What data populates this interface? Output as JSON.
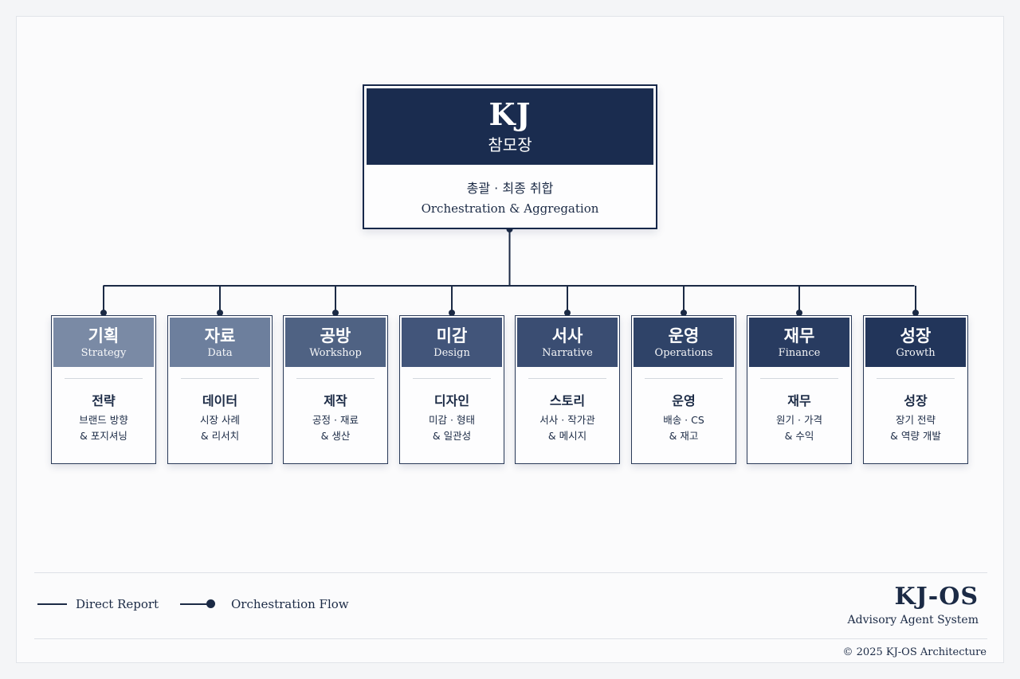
{
  "root": {
    "title": "KJ",
    "subtitle": "참모장",
    "desc_ko": "총괄 · 최종 취합",
    "desc_en": "Orchestration & Aggregation"
  },
  "departments": [
    {
      "title": "기획",
      "en": "Strategy",
      "heading": "전략",
      "line1": "브랜드 방향",
      "line2": "& 포지셔닝",
      "color": "#7a8aa5"
    },
    {
      "title": "자료",
      "en": "Data",
      "heading": "데이터",
      "line1": "시장 사례",
      "line2": "& 리서치",
      "color": "#6d7f9d"
    },
    {
      "title": "공방",
      "en": "Workshop",
      "heading": "제작",
      "line1": "공정 · 재료",
      "line2": "& 생산",
      "color": "#4f6283"
    },
    {
      "title": "미감",
      "en": "Design",
      "heading": "디자인",
      "line1": "미감 · 형태",
      "line2": "& 일관성",
      "color": "#42557a"
    },
    {
      "title": "서사",
      "en": "Narrative",
      "heading": "스토리",
      "line1": "서사 · 작가관",
      "line2": "& 메시지",
      "color": "#3a4d72"
    },
    {
      "title": "운영",
      "en": "Operations",
      "heading": "운영",
      "line1": "배송 · CS",
      "line2": "& 재고",
      "color": "#2f4368"
    },
    {
      "title": "재무",
      "en": "Finance",
      "heading": "재무",
      "line1": "원기 · 가격",
      "line2": "& 수익",
      "color": "#283b60"
    },
    {
      "title": "성장",
      "en": "Growth",
      "heading": "성장",
      "line1": "장기 전략",
      "line2": "& 역량 개발",
      "color": "#22355a"
    }
  ],
  "legend": {
    "direct_report": "Direct Report",
    "orchestration_flow": "Orchestration Flow"
  },
  "brand": {
    "name": "KJ-OS",
    "subtitle": "Advisory Agent System",
    "copyright": "© 2025 KJ-OS Architecture"
  },
  "colors": {
    "navy": "#1a2c4f",
    "line": "#1b2a45"
  }
}
